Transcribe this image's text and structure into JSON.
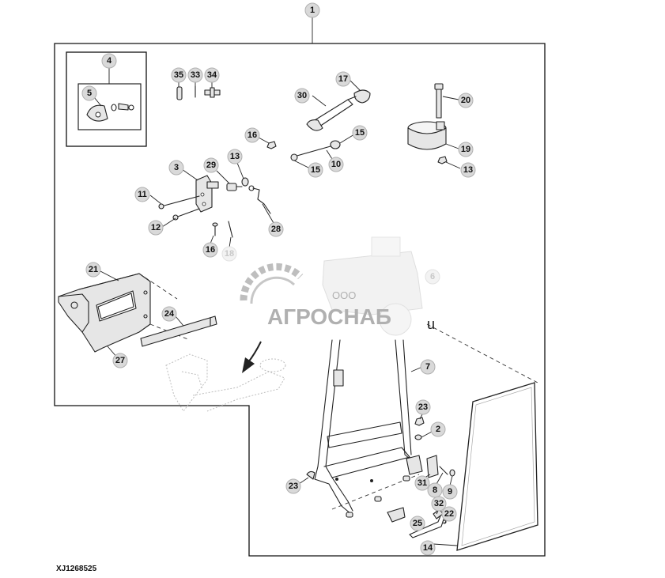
{
  "document_id": "XJ1268525",
  "watermark": {
    "company_prefix": "ООО",
    "company_name": "АГРОСНАБ",
    "trailing_letter": "u"
  },
  "callouts": {
    "c1": "1",
    "c4": "4",
    "c5": "5",
    "c35": "35",
    "c33": "33",
    "c34": "34",
    "c17": "17",
    "c30": "30",
    "c20": "20",
    "c16a": "16",
    "c15a": "15",
    "c10": "10",
    "c15b": "15",
    "c19": "19",
    "c13a": "13",
    "c3": "3",
    "c29": "29",
    "c13b": "13",
    "c11": "11",
    "c12": "12",
    "c28": "28",
    "c16b": "16",
    "c18": "18",
    "c6": "6",
    "c21": "21",
    "c24": "24",
    "c27": "27",
    "c7": "7",
    "c23a": "23",
    "c2": "2",
    "c31": "31",
    "c8": "8",
    "c9": "9",
    "c23b": "23",
    "c32": "32",
    "c22": "22",
    "c25": "25",
    "c14": "14"
  }
}
